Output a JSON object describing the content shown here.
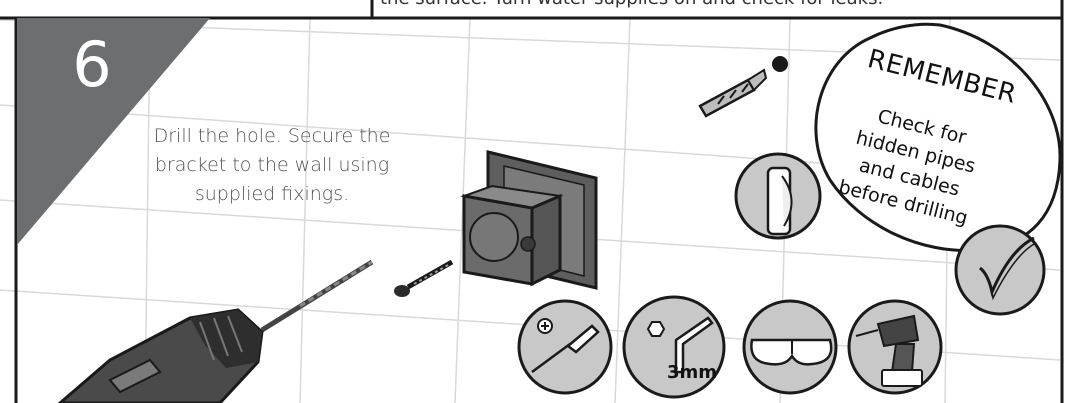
{
  "top_caption": "the surface. Turn water supplies on and check for leaks.",
  "step": {
    "number": "6",
    "instruction": {
      "line1": "Drill the hole. Secure the",
      "line2": "bracket to the wall using",
      "line3": "supplied fixings."
    }
  },
  "remember": {
    "title": "REMEMBER",
    "line1": "Check for",
    "line2": "hidden pipes",
    "line3": "and cables",
    "line4": "before drilling"
  },
  "tools": {
    "allen_key_size": "3mm",
    "items": [
      "screwdriver-icon",
      "allen-key-icon",
      "safety-glasses-icon",
      "cordless-drill-icon"
    ]
  },
  "colors": {
    "step_badge": "#6d6e70",
    "outline": "#1a1a1a",
    "tile_grout": "#d9d9d9",
    "tool_circle": "#c8c8c8",
    "bracket": "#5e5e5e"
  }
}
